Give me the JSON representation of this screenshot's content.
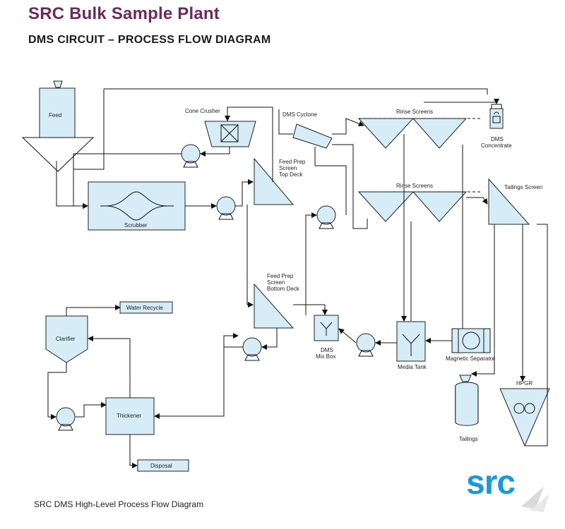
{
  "header": {
    "title": "SRC Bulk Sample Plant",
    "subtitle": "DMS CIRCUIT – PROCESS FLOW DIAGRAM"
  },
  "caption": "SRC DMS High-Level Process Flow Diagram",
  "logo": {
    "text": "src"
  },
  "labels": {
    "feed": "Feed",
    "cone_crusher": "Cone Crusher",
    "scrubber": "Scrubber",
    "feed_prep_top_1": "Feed Prep",
    "feed_prep_top_2": "Screen",
    "feed_prep_top_3": "Top Deck",
    "dms_cyclone": "DMS Cyclone",
    "rinse_screens_top": "Rinse Screens",
    "rinse_screens_bottom": "Rinse Screens",
    "dms_concentrate_1": "DMS",
    "dms_concentrate_2": "Concentrate",
    "tailings_screen": "Tailings Screen",
    "feed_prep_bottom_1": "Feed Prep",
    "feed_prep_bottom_2": "Screen",
    "feed_prep_bottom_3": "Bottom Deck",
    "dms_mix_box_1": "DMS",
    "dms_mix_box_2": "Mix Box",
    "media_tank": "Media Tank",
    "magnetic_separator": "Magnetic Separator",
    "hpgr": "HPGR",
    "tailings": "Tailings",
    "water_recycle": "Water Recycle",
    "clarifier": "Clarifier",
    "thickener": "Thickener",
    "disposal": "Disposal"
  },
  "colors": {
    "title": "#6b2a5e",
    "equipment_fill": "#d6ecf7",
    "logo": "#1a9ad6"
  }
}
